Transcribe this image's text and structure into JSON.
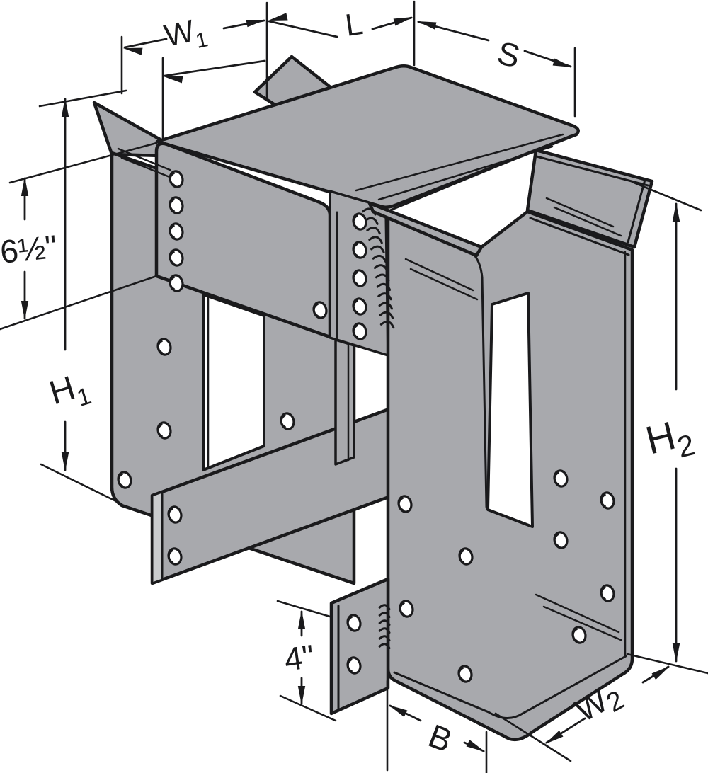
{
  "diagram": {
    "labels": {
      "w1": {
        "base": "W",
        "sub": "1"
      },
      "l": {
        "base": "L"
      },
      "s": {
        "base": "S"
      },
      "flange_height": "6½\"",
      "h1": {
        "base": "H",
        "sub": "1"
      },
      "h2": {
        "base": "H",
        "sub": "2"
      },
      "seat_height": "4\"",
      "b": {
        "base": "B"
      },
      "w2": {
        "base": "W",
        "sub": "2"
      }
    },
    "colors": {
      "steel": "#a8a9ad",
      "steel_light": "#caccce",
      "line": "#1a1a1c",
      "background": "#ffffff"
    }
  }
}
